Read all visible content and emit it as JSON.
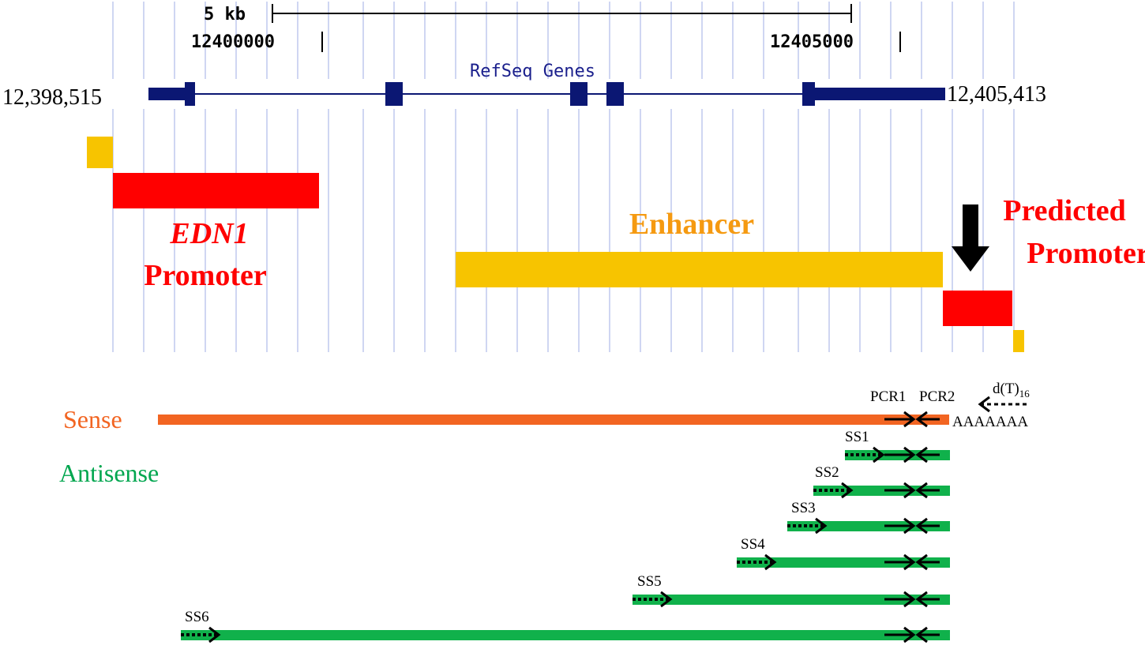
{
  "colors": {
    "grid": "#cfd6f2",
    "gene": "#0b1773",
    "gene_label": "#1a1f8c",
    "enhancer": "#f7c400",
    "enhancer_text": "#f59a11",
    "promoter": "#ff0000",
    "sense": "#f26522",
    "antisense": "#00a64f",
    "antisense_bar": "#10b14b"
  },
  "scale": {
    "length_label": "5 kb",
    "tick_left": "12400000",
    "tick_right": "12405000"
  },
  "track": {
    "name": "RefSeq Genes",
    "start": "12,398,515",
    "end": "12,405,413"
  },
  "regions": {
    "edn1": "EDN1",
    "promoter": "Promoter",
    "enhancer": "Enhancer",
    "predicted_1": "Predicted",
    "predicted_2": "Promoter"
  },
  "transcripts": {
    "sense": "Sense",
    "antisense": "Antisense",
    "pcr1": "PCR1",
    "pcr2": "PCR2",
    "polya": "AAAAAAA",
    "oligo_dt": "d(T)",
    "oligo_dt_sub": "16"
  },
  "primers": [
    "SS1",
    "SS2",
    "SS3",
    "SS4",
    "SS5",
    "SS6"
  ]
}
